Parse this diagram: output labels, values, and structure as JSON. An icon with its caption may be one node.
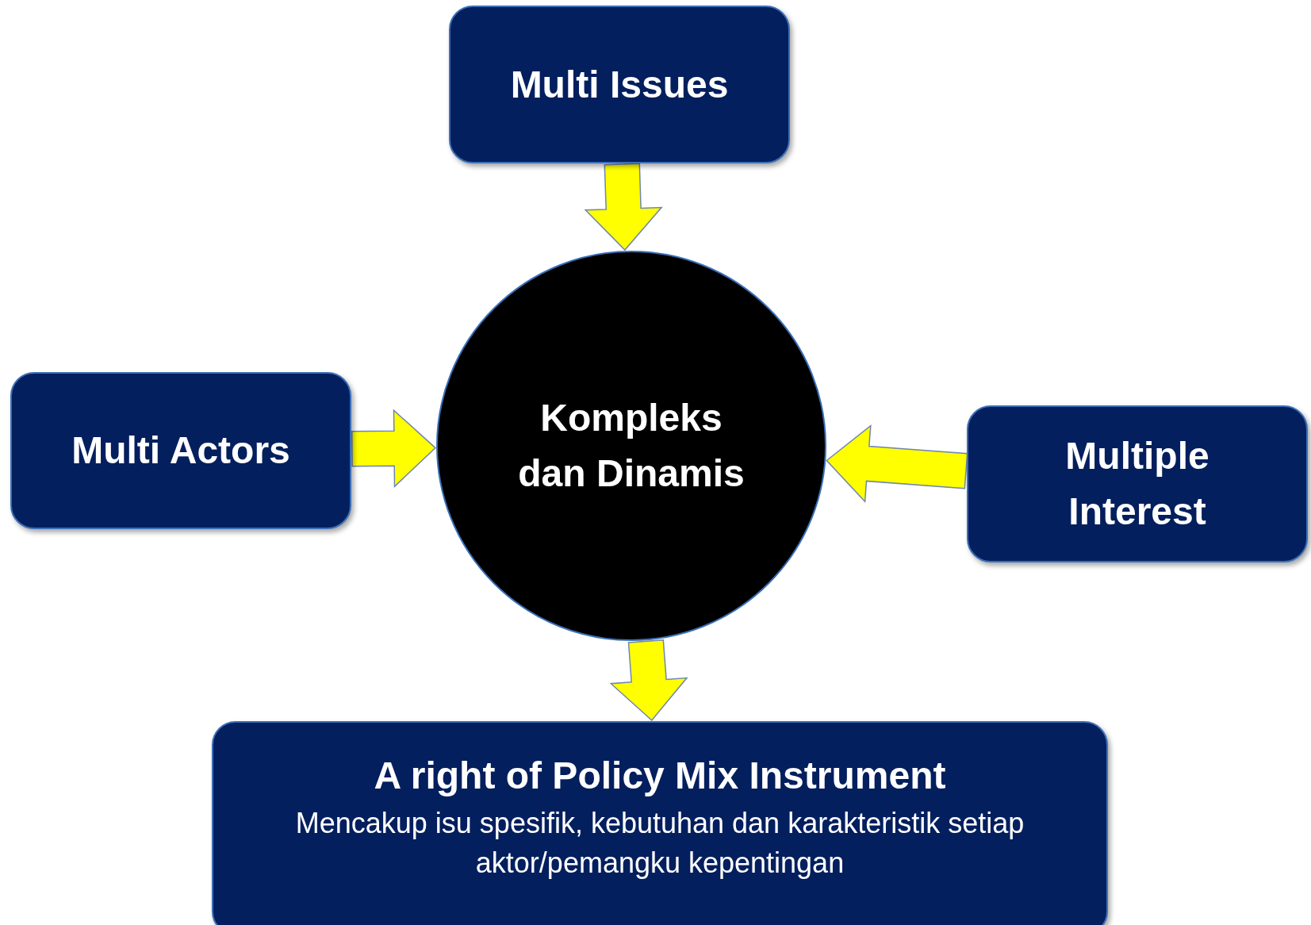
{
  "diagram": {
    "nodes": [
      {
        "text": [
          "Multi Issues"
        ]
      },
      {
        "text": [
          "Multi Actors"
        ]
      },
      {
        "text": [
          "Kompleks dan Dinamis"
        ]
      },
      {
        "text": [
          "Multiple Interest"
        ]
      },
      {
        "text": [
          "A right of Policy Mix Instrument",
          "Mencakup isu spesifik, kebutuhan dan karakteristik setiap aktor/pemangku kepentingan"
        ]
      }
    ],
    "edges": [
      {
        "from": 0,
        "to": 2,
        "arrow": "to"
      },
      {
        "from": 1,
        "to": 2,
        "arrow": "to"
      },
      {
        "from": 3,
        "to": 2,
        "arrow": "to"
      },
      {
        "from": 2,
        "to": 4,
        "arrow": "to"
      }
    ]
  }
}
